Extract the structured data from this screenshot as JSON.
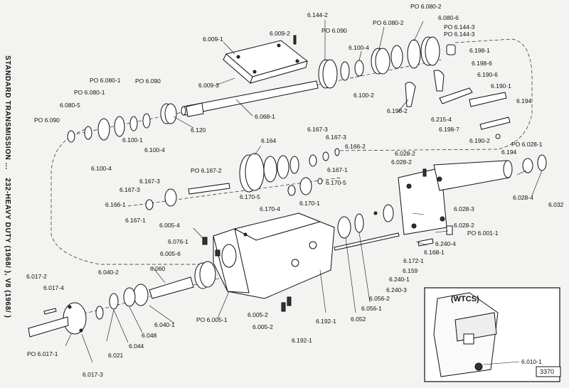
{
  "side_title": {
    "line1": "STANDARD TRANSMISSION ...",
    "line2": "232-HEAVY DUTY (1968/  ), V8 (1968/  )"
  },
  "inset": {
    "title": "(WTCS)",
    "label": "6.010-1"
  },
  "figure_number": "3370",
  "labels": {
    "l01": "6.144-2",
    "l02": "PO 6.080-2",
    "l03": "6.080-6",
    "l04": "6.009-1",
    "l05": "6.009-2",
    "l06": "PO 6.090",
    "l07": "PO 6.080-2",
    "l08": "PO 6.144-3",
    "l09": "PO 6.144-3",
    "l10": "6.100-4",
    "l11": "6.198-1",
    "l12": "6.198-6",
    "l13": "6.190-6",
    "l14": "6.190-1",
    "l15": "6.194",
    "l16": "6.009-3",
    "l17": "PO 6.080-1",
    "l18": "PO 6.090",
    "l19": "PO 6.080-1",
    "l20": "6.080-5",
    "l21": "PO 6.090",
    "l22": "6.100-2",
    "l23": "6.198-2",
    "l24": "6.215-4",
    "l25": "6.198-7",
    "l26": "6.190-2",
    "l27": "6.194",
    "l28": "6.068-1",
    "l29": "6.120",
    "l30": "6.100-4",
    "l31": "6.100-1",
    "l32": "6.100-4",
    "l33": "6.164",
    "l34": "6.167-3",
    "l35": "6.167-3",
    "l36": "6.166-2",
    "l37": "6.167-1",
    "l38": "6.170-5",
    "l39": "6.028-2",
    "l40": "6.028-2",
    "l41": "PO 6.028-1",
    "l42": "PO 6.167-2",
    "l43": "6.167-3",
    "l44": "6.167-3",
    "l45": "6.166-1",
    "l46": "6.167-1",
    "l47": "6.170-5",
    "l48": "6.170-4",
    "l49": "6.170-1",
    "l50": "6.028-4",
    "l51": "6.032",
    "l52": "6.028-3",
    "l53": "6.005-4",
    "l54": "6.076-1",
    "l55": "6.005-6",
    "l56": "6.028-2",
    "l57": "PO 6.001-1",
    "l58": "6.240-4",
    "l59": "6.168-1",
    "l60": "6.172-1",
    "l61": "6.159",
    "l62": "6.240-1",
    "l63": "6.240-3",
    "l64": "6.056-2",
    "l65": "6.056-1",
    "l66": "6.052",
    "l67": "6.060",
    "l68": "6.040-2",
    "l69": "6.017-2",
    "l70": "6.017-4",
    "l71": "6.040-1",
    "l72": "6.048",
    "l73": "6.044",
    "l74": "6.021",
    "l75": "PO 6.017-1",
    "l76": "6.017-3",
    "l77": "PO 6.005-1",
    "l78": "6.005-2",
    "l79": "6.005-2",
    "l80": "6.192-1",
    "l81": "6.192-1"
  }
}
